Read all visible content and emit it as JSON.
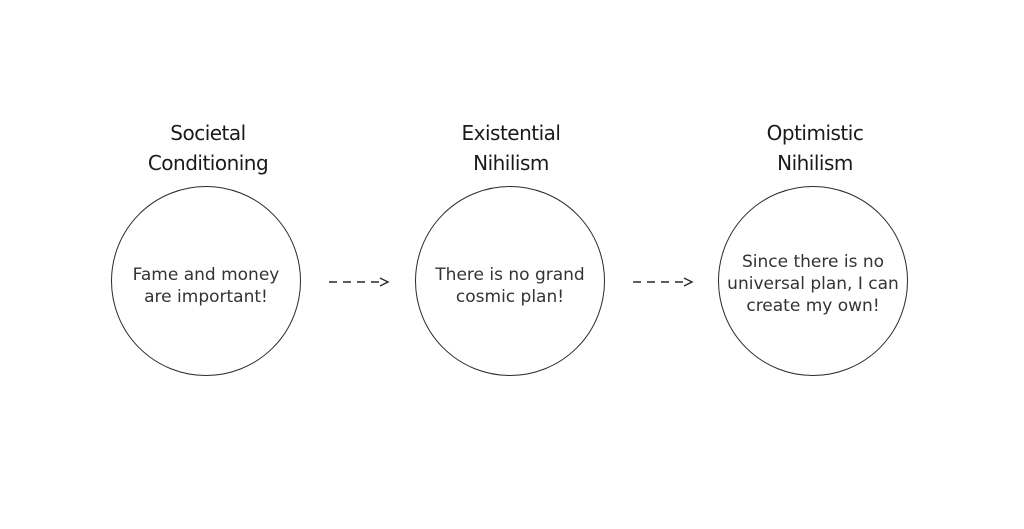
{
  "stages": [
    {
      "title": "Societal\nConditioning",
      "text": "Fame and money\nare important!"
    },
    {
      "title": "Existential\nNihilism",
      "text": "There is no grand\ncosmic plan!"
    },
    {
      "title": "Optimistic\nNihilism",
      "text": "Since there is no\nuniversal plan, I can\ncreate my own!"
    }
  ],
  "colors": {
    "stroke": "#2a2a2a",
    "text": "#333333",
    "background": "#ffffff"
  }
}
